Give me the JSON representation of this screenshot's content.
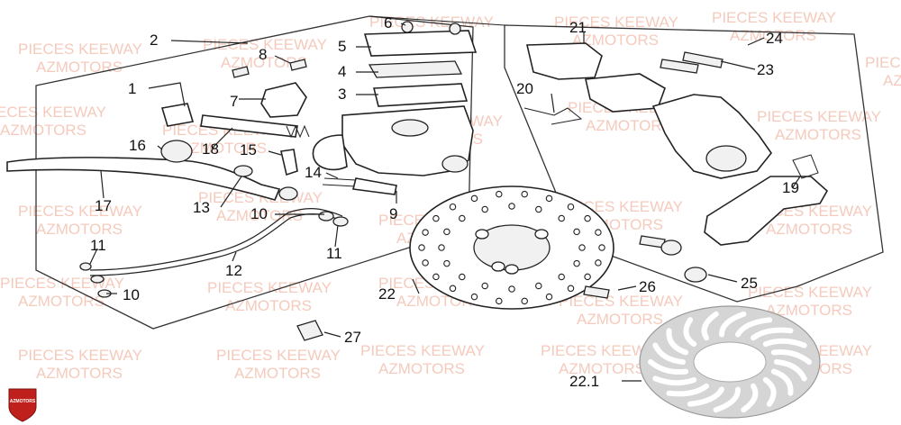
{
  "labels": {
    "p1": "1",
    "p2": "2",
    "p3": "3",
    "p4": "4",
    "p5": "5",
    "p6": "6",
    "p7": "7",
    "p8": "8",
    "p9": "9",
    "p10a": "10",
    "p10b": "10",
    "p11a": "11",
    "p11b": "11",
    "p12": "12",
    "p13": "13",
    "p14": "14",
    "p15": "15",
    "p16": "16",
    "p17": "17",
    "p18": "18",
    "p19": "19",
    "p20": "20",
    "p21": "21",
    "p22": "22",
    "p22_1": "22.1",
    "p23": "23",
    "p24": "24",
    "p25": "25",
    "p26": "26",
    "p27": "27"
  },
  "watermark": {
    "line1": "PIECES KEEWAY",
    "line2": "AZMOTORS",
    "color": "#f2b9a6"
  },
  "logo": {
    "text": "AZMOTORS",
    "color": "#c0201c"
  }
}
